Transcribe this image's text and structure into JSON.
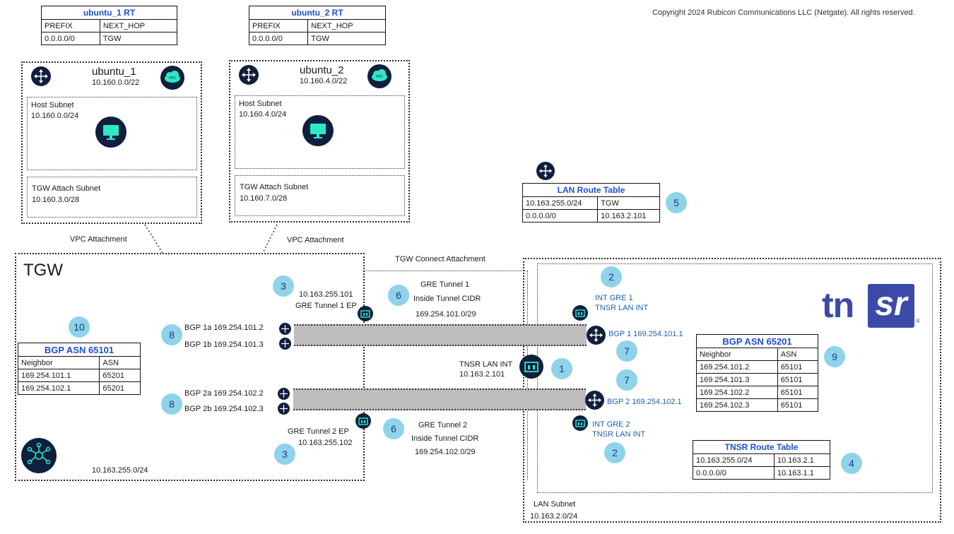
{
  "copyright": "Copyright 2024 Rubicon Communications LLC (Netgate). All rights reserved.",
  "ubuntu1_rt": {
    "title": "ubuntu_1 RT",
    "h1": "PREFIX",
    "h2": "NEXT_HOP",
    "c1": "0.0.0.0/0",
    "c2": "TGW"
  },
  "ubuntu2_rt": {
    "title": "ubuntu_2 RT",
    "h1": "PREFIX",
    "h2": "NEXT_HOP",
    "c1": "0.0.0.0/0",
    "c2": "TGW"
  },
  "vpc1": {
    "name": "ubuntu_1",
    "cidr": "10.160.0.0/22",
    "host_subnet": "Host Subnet",
    "host_cidr": "10.160.0.0/24",
    "attach_subnet": "TGW Attach Subnet",
    "attach_cidr": "10.160.3.0/28",
    "vpc_badge": "VPC"
  },
  "vpc2": {
    "name": "ubuntu_2",
    "cidr": "10.160.4.0/22",
    "host_subnet": "Host Subnet",
    "host_cidr": "10.160.4.0/24",
    "attach_subnet": "TGW Attach Subnet",
    "attach_cidr": "10.160.7.0/28",
    "vpc_badge": "VPC"
  },
  "vpc_attach_1": "VPC Attachment",
  "vpc_attach_2": "VPC Attachment",
  "tgw_connect": "TGW Connect Attachment",
  "tgw": {
    "title": "TGW",
    "cidr": "10.163.255.0/24"
  },
  "lan_rt": {
    "title": "LAN Route Table",
    "r1c1": "10.163.255.0/24",
    "r1c2": "TGW",
    "r2c1": "0.0.0.0/0",
    "r2c2": "10.163.2.101"
  },
  "bgp_tgw": {
    "title": "BGP ASN 65101",
    "h1": "Neighbor",
    "h2": "ASN",
    "rows": [
      [
        "169.254.101.1",
        "65201"
      ],
      [
        "169.254.102.1",
        "65201"
      ]
    ]
  },
  "bgp_tnsr": {
    "title": "BGP ASN 65201",
    "h1": "Neighbor",
    "h2": "ASN",
    "rows": [
      [
        "169.254.101.2",
        "65101"
      ],
      [
        "169.254.101.3",
        "65101"
      ],
      [
        "169.254.102.2",
        "65101"
      ],
      [
        "169.254.102.3",
        "65101"
      ]
    ]
  },
  "tnsr_rt": {
    "title": "TNSR Route Table",
    "r1c1": "10.163.255.0/24",
    "r1c2": "10.163.2.1",
    "r2c1": "0.0.0.0/0",
    "r2c2": "10.163.1.1"
  },
  "tunnel1": {
    "ep_ip": "10.163.255.101",
    "ep_label": "GRE Tunnel 1 EP",
    "name": "GRE Tunnel 1",
    "inside": "Inside Tunnel CIDR",
    "cidr": "169.254.101.0/29"
  },
  "tunnel2": {
    "ep_ip": "10.163.255.102",
    "ep_label": "GRE Tunnel 2 EP",
    "name": "GRE Tunnel 2",
    "inside": "Inside Tunnel CIDR",
    "cidr": "169.254.102.0/29"
  },
  "bgp_peers": {
    "p1a": "BGP 1a 169.254.101.2",
    "p1b": "BGP 1b 169.254.101.3",
    "p2a": "BGP 2a 169.254.102.2",
    "p2b": "BGP 2b 169.254.102.3",
    "t1": "BGP 1 169.254.101.1",
    "t2": "BGP 2 169.254.102.1"
  },
  "int_gre1": {
    "l1": "INT GRE 1",
    "l2": "TNSR LAN INT"
  },
  "int_gre2": {
    "l1": "INT GRE 2",
    "l2": "TNSR LAN INT"
  },
  "tnsr_lan": {
    "l1": "TNSR LAN INT",
    "l2": "10.163.2.101"
  },
  "lan_subnet": {
    "name": "LAN Subnet",
    "cidr": "10.163.2.0/24"
  },
  "logo": {
    "left": "tn",
    "right": "sr",
    "reg": "®"
  },
  "badges": {
    "b1": "1",
    "b2a": "2",
    "b2b": "2",
    "b3a": "3",
    "b3b": "3",
    "b4": "4",
    "b5": "5",
    "b6a": "6",
    "b6b": "6",
    "b7a": "7",
    "b7b": "7",
    "b8a": "8",
    "b8b": "8",
    "b9": "9",
    "b10": "10"
  },
  "colors": {
    "badge": "#8ed3ea",
    "node": "#0f1f3d",
    "accent": "#2ee8c8",
    "blue_header": "#1f4fd1",
    "logo_blue": "#3b4aa8"
  },
  "icons": [
    "router-icon",
    "vpc-cloud-icon",
    "host-monitor-icon",
    "eni-icon",
    "tgw-hub-icon"
  ]
}
